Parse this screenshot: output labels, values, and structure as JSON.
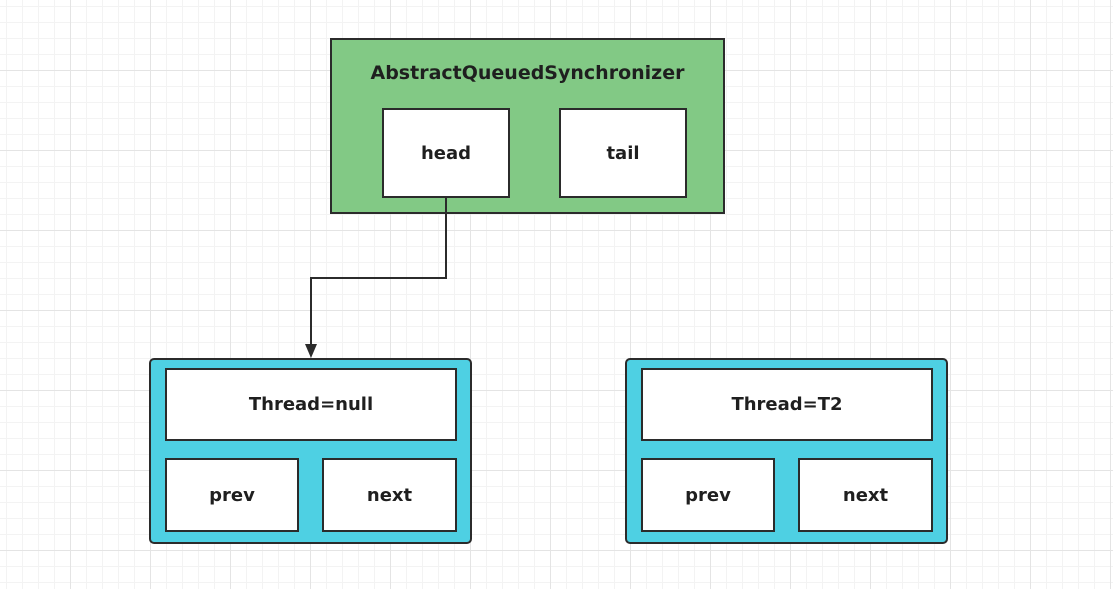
{
  "synchronizer": {
    "title": "AbstractQueuedSynchronizer",
    "fields": [
      "head",
      "tail"
    ],
    "fill_color": "#82c985"
  },
  "nodes": [
    {
      "thread": "Thread=null",
      "prev": "prev",
      "next": "next"
    },
    {
      "thread": "Thread=T2",
      "prev": "prev",
      "next": "next"
    }
  ],
  "node_fill_color": "#4ed0e3"
}
